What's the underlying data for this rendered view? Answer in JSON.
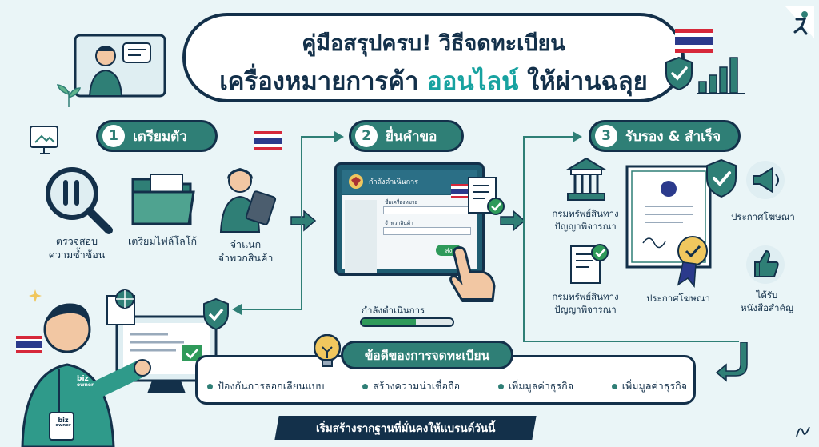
{
  "title": {
    "line1": "คู่มือสรุปครบ! วิธีจดทะเบียน",
    "line2_part1": "เครื่องหมายการค้า",
    "line2_highlight": "ออนไลน์",
    "line2_part3": "ให้ผ่านฉลุย"
  },
  "steps": [
    {
      "number": "1",
      "label": "เตรียมตัว"
    },
    {
      "number": "2",
      "label": "ยื่นคำขอ"
    },
    {
      "number": "3",
      "label": "รับรอง & สำเร็จ"
    }
  ],
  "step1": {
    "items": [
      {
        "line1": "ตรวจสอบ",
        "line2": "ความซ้ำซ้อน"
      },
      {
        "line1": "เตรียมไฟล์โลโก้",
        "line2": ""
      },
      {
        "line1": "จำแนก",
        "line2": "จำพวกสินค้า"
      }
    ]
  },
  "step2": {
    "browser_header": "กำลังดำเนินการ",
    "field1_label": "ชื่อเครื่องหมาย",
    "field2_label": "จำพวกสินค้า",
    "send_button": "ส่ง",
    "progress_label": "กำลังดำเนินการ",
    "progress_value": 0.6
  },
  "step3": {
    "dept_top": {
      "line1": "กรมทรัพย์สินทาง",
      "line2": "ปัญญาพิจารณา"
    },
    "dept_bottom": {
      "line1": "กรมทรัพย์สินทาง",
      "line2": "ปัญญาพิจารณา"
    },
    "announce_top": "ประกาศโฆษณา",
    "announce_mid": "ประกาศโฆษณา",
    "receive": {
      "line1": "ได้รับ",
      "line2": "หนังสือสำคัญ"
    }
  },
  "benefits": {
    "title": "ข้อดีของการจดทะเบียน",
    "items": [
      "ป้องกันการลอกเลียนแบบ",
      "สร้างความน่าเชื่อถือ",
      "เพิ่มมูลค่าธุรกิจ",
      "เพิ่มมูลค่าธุรกิจ"
    ]
  },
  "footer": "เริ่มสร้างรากฐานที่มั่นคงให้แบรนด์วันนี้",
  "badge_text": {
    "line1": "biz",
    "line2": "owner"
  },
  "colors": {
    "teal": "#2f7f76",
    "navy": "#13304a",
    "highlight": "#17a2a0",
    "background": "#eaf5f7"
  }
}
